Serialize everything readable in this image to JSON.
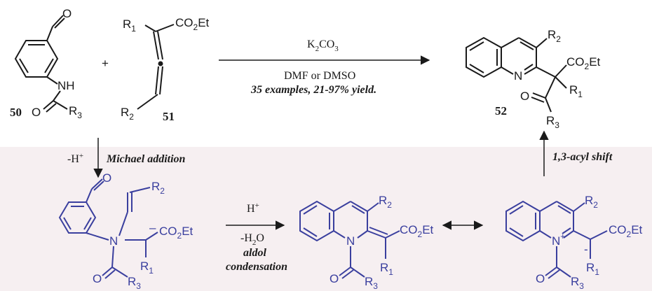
{
  "colors": {
    "black": "#1a1a1a",
    "blue": "#3a3f9e",
    "panel": "#f6eff1"
  },
  "top": {
    "cpd50": {
      "cho": "O",
      "nh": "NH",
      "o": "O",
      "r3": "R",
      "r3_sub": "3",
      "number": "50"
    },
    "plus": "+",
    "cpd51": {
      "r1": "R",
      "r1_sub": "1",
      "ester": "CO",
      "ester_sub": "2",
      "ester_end": "Et",
      "r2": "R",
      "r2_sub": "2",
      "number": "51"
    },
    "reaction": {
      "reagent": "K",
      "reagent_sub1": "2",
      "reagent_mid": "CO",
      "reagent_sub2": "3",
      "solvent": "DMF or DMSO",
      "scope": "35 examples, 21-97% yield."
    },
    "cpd52": {
      "r2": "R",
      "r2_sub": "2",
      "n": "N",
      "ester": "CO",
      "ester_sub": "2",
      "ester_end": "Et",
      "r1": "R",
      "r1_sub": "1",
      "o": "O",
      "r3": "R",
      "r3_sub": "3",
      "number": "52"
    }
  },
  "mechanism": {
    "step1": {
      "proton": "-H",
      "proton_sup": "+",
      "label": "Michael addition"
    },
    "step2": {
      "proton": "H",
      "proton_sup": "+",
      "water": "-H",
      "water_sub": "2",
      "water_end": "O",
      "label1": "aldol",
      "label2": "condensation"
    },
    "step3": {
      "label": "1,3-acyl shift"
    },
    "int1": {
      "cho": "O",
      "r2": "R",
      "r2_sub": "2",
      "charge": "–",
      "ester": "CO",
      "ester_sub": "2",
      "ester_end": "Et",
      "n": "N",
      "r1": "R",
      "r1_sub": "1",
      "o": "O",
      "r3": "R",
      "r3_sub": "3"
    },
    "int2": {
      "r2": "R",
      "r2_sub": "2",
      "ester": "CO",
      "ester_sub": "2",
      "ester_end": "Et",
      "n": "N",
      "r1": "R",
      "r1_sub": "1",
      "o": "O",
      "r3": "R",
      "r3_sub": "3"
    },
    "int3": {
      "r2": "R",
      "r2_sub": "2",
      "n": "N",
      "plus": "+",
      "charge": "-",
      "ester": "CO",
      "ester_sub": "2",
      "ester_end": "Et",
      "r1": "R",
      "r1_sub": "1",
      "o": "O",
      "r3": "R",
      "r3_sub": "3"
    }
  }
}
